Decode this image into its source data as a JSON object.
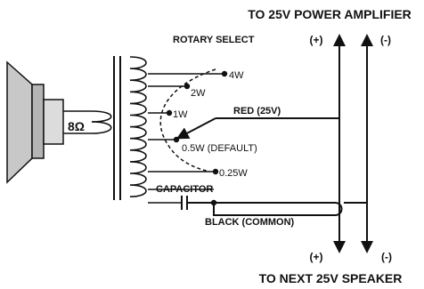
{
  "title_top": "TO 25V POWER AMPLIFIER",
  "title_bottom": "TO NEXT 25V SPEAKER",
  "plus_top": "(+)",
  "minus_top": "(-)",
  "plus_bottom": "(+)",
  "minus_bottom": "(-)",
  "rotary_select": "ROTARY SELECT",
  "impedance": "8Ω",
  "taps": [
    "4W",
    "2W",
    "1W",
    "0.5W (DEFAULT)",
    "0.25W"
  ],
  "red_label": "RED (25V)",
  "black_label": "BLACK (COMMON)",
  "capacitor_label": "CAPACITOR"
}
